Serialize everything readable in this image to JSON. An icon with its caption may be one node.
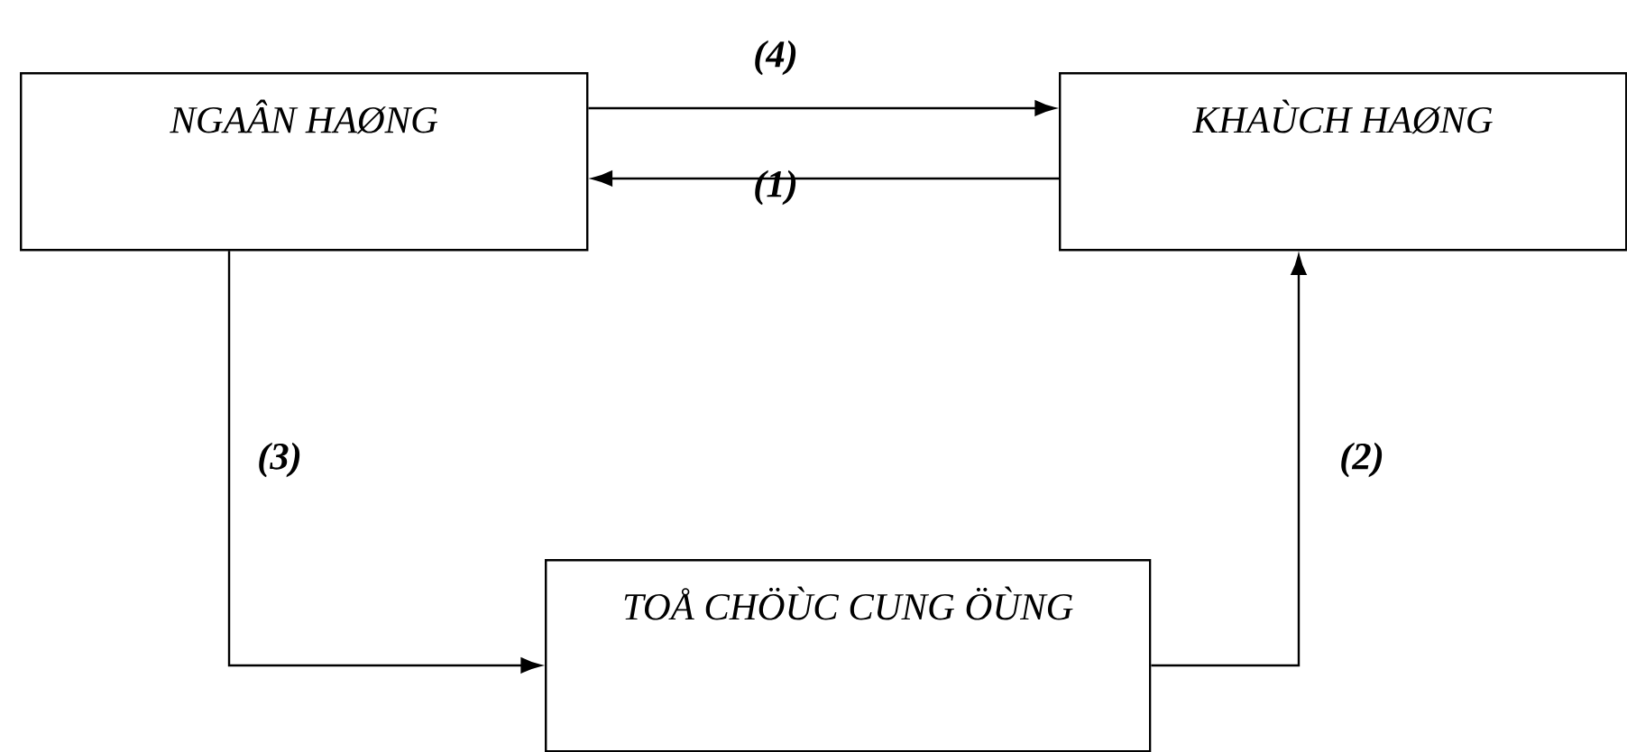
{
  "diagram": {
    "nodes": [
      {
        "text": [
          "NGAÂN HAØNG"
        ]
      },
      {
        "text": [
          "KHAÙCH HAØNG"
        ]
      },
      {
        "text": [
          "TOÅ CHÖÙC CUNG ÖÙNG"
        ]
      }
    ],
    "edges": [
      {
        "from": 0,
        "to": 1,
        "arrow": "to",
        "label": "(4)"
      },
      {
        "from": 1,
        "to": 0,
        "arrow": "to",
        "label": "(1)"
      },
      {
        "from": 0,
        "to": 2,
        "arrow": "to",
        "label": "(3)"
      },
      {
        "from": 2,
        "to": 1,
        "arrow": "to",
        "label": "(2)"
      }
    ]
  }
}
